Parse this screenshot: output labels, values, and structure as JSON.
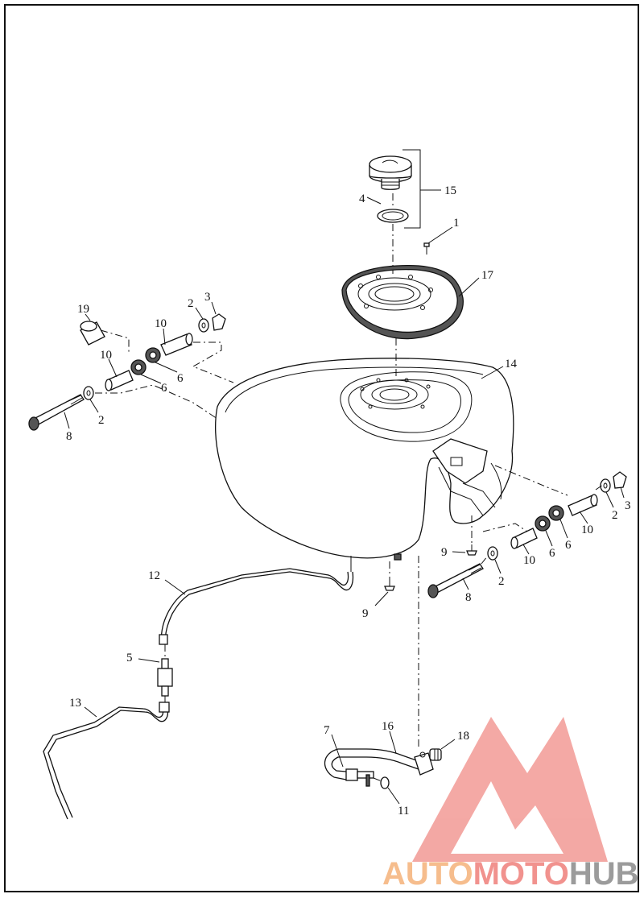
{
  "callouts": {
    "c1": "1",
    "c2a": "2",
    "c2b": "2",
    "c2c": "2",
    "c2d": "2",
    "c3a": "3",
    "c3b": "3",
    "c4": "4",
    "c5": "5",
    "c6a": "6",
    "c6b": "6",
    "c6c": "6",
    "c6d": "6",
    "c7": "7",
    "c8a": "8",
    "c8b": "8",
    "c9a": "9",
    "c9b": "9",
    "c10a": "10",
    "c10b": "10",
    "c10c": "10",
    "c10d": "10",
    "c11": "11",
    "c12": "12",
    "c13": "13",
    "c14": "14",
    "c15": "15",
    "c16": "16",
    "c17": "17",
    "c18": "18",
    "c19": "19"
  },
  "watermark": {
    "part1": "AUTO",
    "part2": "MOTO",
    "part3": "HUB",
    "color_auto": "#f5b27a",
    "color_moto": "#ef7f7b",
    "color_hub": "#8a8a8a",
    "color_mark": "#f29a95"
  }
}
